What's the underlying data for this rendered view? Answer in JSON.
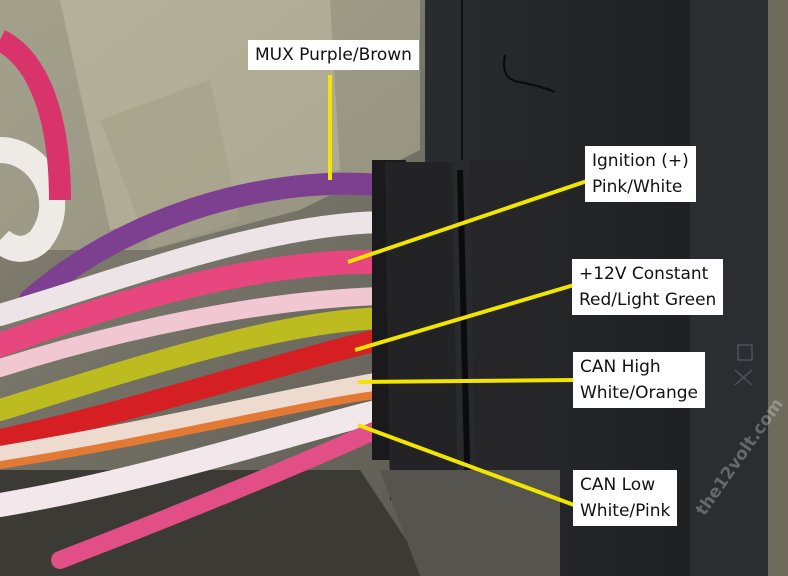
{
  "labels": {
    "mux": "MUX Purple/Brown",
    "ignition": {
      "line1": "Ignition (+)",
      "line2": "Pink/White"
    },
    "constant": {
      "line1": "+12V Constant",
      "line2": "Red/Light Green"
    },
    "can_high": {
      "line1": "CAN High",
      "line2": "White/Orange"
    },
    "can_low": {
      "line1": "CAN Low",
      "line2": "White/Pink"
    }
  },
  "colors": {
    "callout_line": "#f2e600",
    "wire_purple": "#7d3f8f",
    "wire_pink": "#e8467f",
    "wire_white": "#ece4e6",
    "wire_yellow": "#bcbc20",
    "wire_red": "#d51f22",
    "connector": "#232325"
  },
  "watermark": "the12volt.com"
}
